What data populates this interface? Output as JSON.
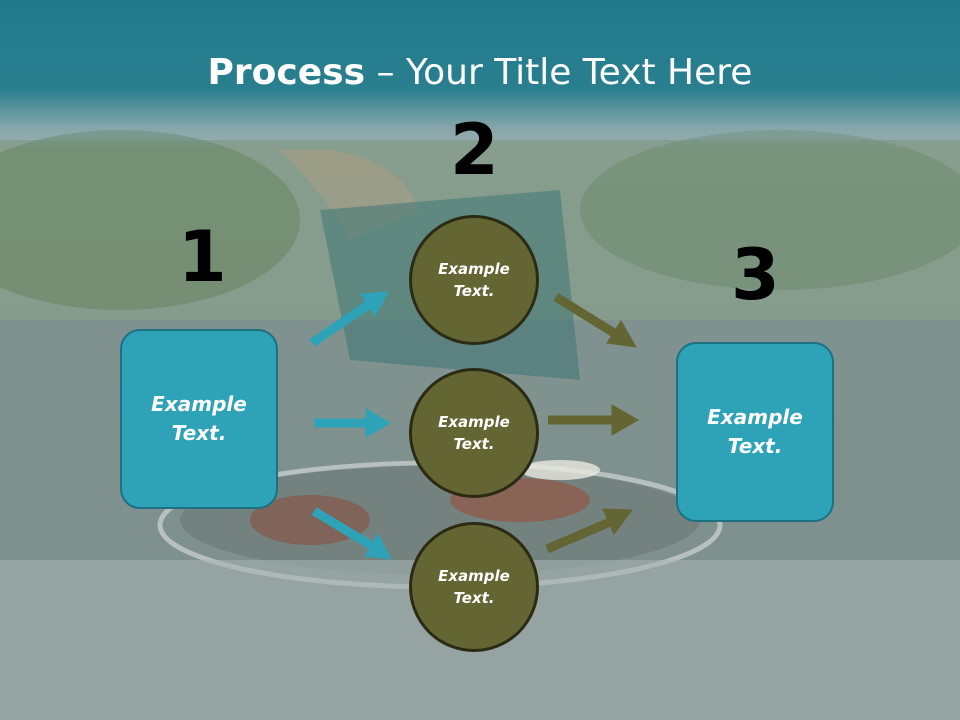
{
  "title": {
    "bold": "Process",
    "rest": " – Your Title Text Here"
  },
  "steps": {
    "one": "1",
    "two": "2",
    "three": "3"
  },
  "left_box": {
    "line1": "Example",
    "line2": "Text."
  },
  "right_box": {
    "line1": "Example",
    "line2": "Text."
  },
  "circles": [
    {
      "line1": "Example",
      "line2": "Text."
    },
    {
      "line1": "Example",
      "line2": "Text."
    },
    {
      "line1": "Example",
      "line2": "Text."
    }
  ],
  "colors": {
    "teal": "#2ea3b8",
    "olive": "#636532",
    "header": "#1f7a8c"
  }
}
